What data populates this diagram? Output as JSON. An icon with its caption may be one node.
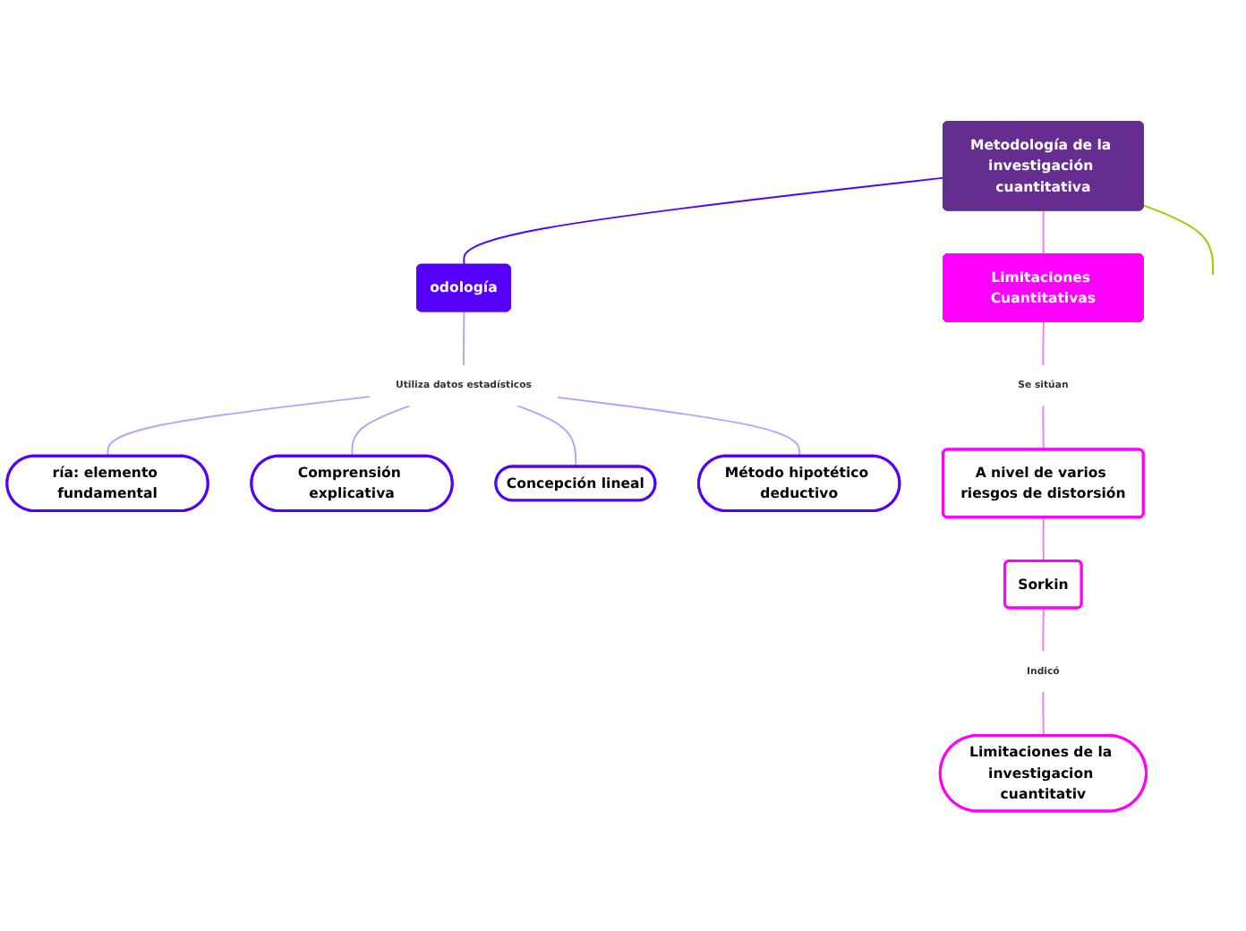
{
  "diagram": {
    "nodes": [
      {
        "text": [
          "Metodología de la investigación cuantitativa"
        ]
      },
      {
        "text": [
          "odología"
        ]
      },
      {
        "text": [
          "Utiliza datos estadísticos"
        ]
      },
      {
        "text": [
          "ría: elemento fundamental"
        ]
      },
      {
        "text": [
          "Comprensión explicativa"
        ]
      },
      {
        "text": [
          "Concepción lineal"
        ]
      },
      {
        "text": [
          "Método hipotético deductivo"
        ]
      },
      {
        "text": [
          "Limitaciones Cuantitativas"
        ]
      },
      {
        "text": [
          "Se sitúan"
        ]
      },
      {
        "text": [
          "A nivel de varios riesgos de distorsión"
        ]
      },
      {
        "text": [
          "Sorkin"
        ]
      },
      {
        "text": [
          "Indicó"
        ]
      },
      {
        "text": [
          "Limitaciones de la investigacion cuantitativ"
        ]
      }
    ],
    "edges": [
      {
        "from": 0,
        "to": 1,
        "arrow": "none",
        "color": "#5500ff"
      },
      {
        "from": 1,
        "to": 2,
        "arrow": "none"
      },
      {
        "from": 2,
        "to": 3,
        "arrow": "none"
      },
      {
        "from": 2,
        "to": 4,
        "arrow": "none"
      },
      {
        "from": 2,
        "to": 5,
        "arrow": "none"
      },
      {
        "from": 2,
        "to": 6,
        "arrow": "none"
      },
      {
        "from": 0,
        "to": 7,
        "arrow": "none",
        "color": "#f080f0"
      },
      {
        "from": 7,
        "to": 8,
        "arrow": "none",
        "color": "#f080f0"
      },
      {
        "from": 8,
        "to": 9,
        "arrow": "none",
        "color": "#f080f0"
      },
      {
        "from": 9,
        "to": 10,
        "arrow": "none",
        "color": "#f080f0"
      },
      {
        "from": 10,
        "to": 11,
        "arrow": "none",
        "color": "#f080f0"
      },
      {
        "from": 11,
        "to": 12,
        "arrow": "none",
        "color": "#f080f0"
      },
      {
        "from": 0,
        "to": null,
        "arrow": "none",
        "color": "#99cc00"
      }
    ]
  }
}
